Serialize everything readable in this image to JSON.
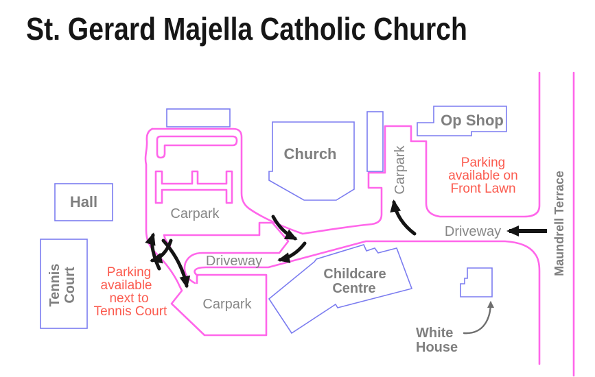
{
  "title": "St. Gerard Majella Catholic Church",
  "map": {
    "buildings": {
      "hall": "Hall",
      "tennis_line1": "Tennis",
      "tennis_line2": "Court",
      "church": "Church",
      "op_shop": "Op Shop",
      "childcare_line1": "Childcare",
      "childcare_line2": "Centre",
      "white_house_line1": "White",
      "white_house_line2": "House"
    },
    "areas": {
      "carpark_upper": "Carpark",
      "carpark_lower": "Carpark",
      "carpark_right": "Carpark",
      "driveway_left": "Driveway",
      "driveway_right": "Driveway",
      "street": "Maundrell Terrace"
    },
    "notes": {
      "front_lawn": [
        "Parking",
        "available on",
        "Front Lawn"
      ],
      "tennis_court": [
        "Parking",
        "available",
        "next to",
        "Tennis Court"
      ]
    },
    "colors": {
      "road": "#ff66ea",
      "building_outline": "#7b7cf0",
      "label_gray": "#7f7f7f",
      "note_red": "#fb5a4e",
      "arrow_black": "#141414",
      "title_black": "#161616"
    }
  }
}
